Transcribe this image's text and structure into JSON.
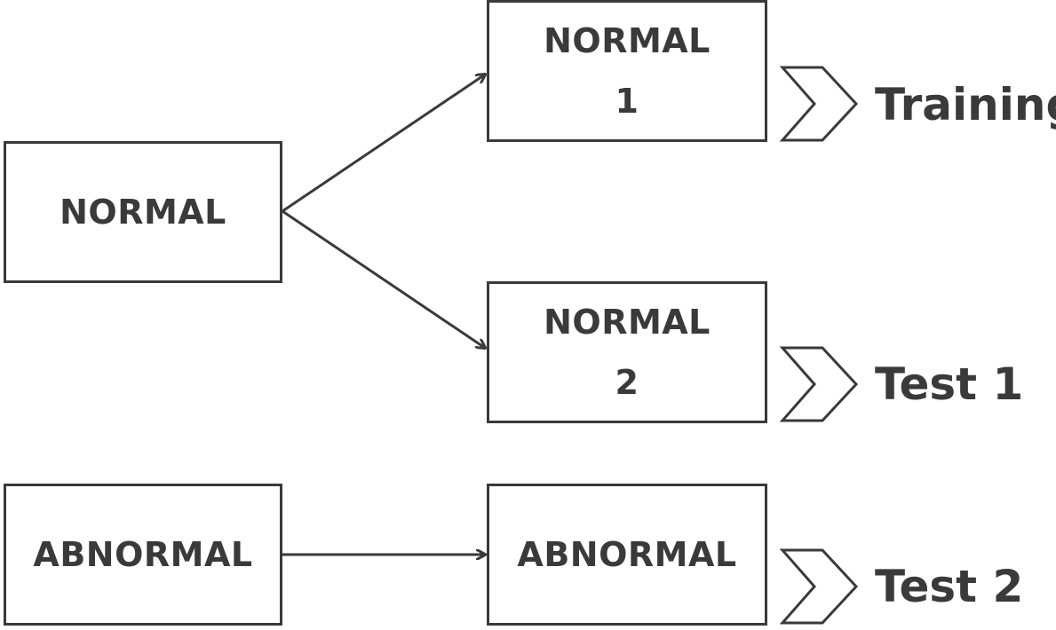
{
  "nodes": {
    "normal": {
      "label": "NORMAL"
    },
    "normal_1": {
      "line1": "NORMAL",
      "line2": "1"
    },
    "normal_2": {
      "line1": "NORMAL",
      "line2": "2"
    },
    "abnormal": {
      "label": "ABNORMAL"
    },
    "abnormal_target": {
      "label": "ABNORMAL"
    }
  },
  "sets": {
    "training": "Training",
    "test1": "Test 1",
    "test2": "Test 2"
  },
  "colors": {
    "stroke": "#3a3a3a",
    "background": "#ffffff"
  },
  "edges": [
    {
      "from": "normal",
      "to": "normal_1"
    },
    {
      "from": "normal",
      "to": "normal_2"
    },
    {
      "from": "abnormal",
      "to": "abnormal_target"
    }
  ]
}
